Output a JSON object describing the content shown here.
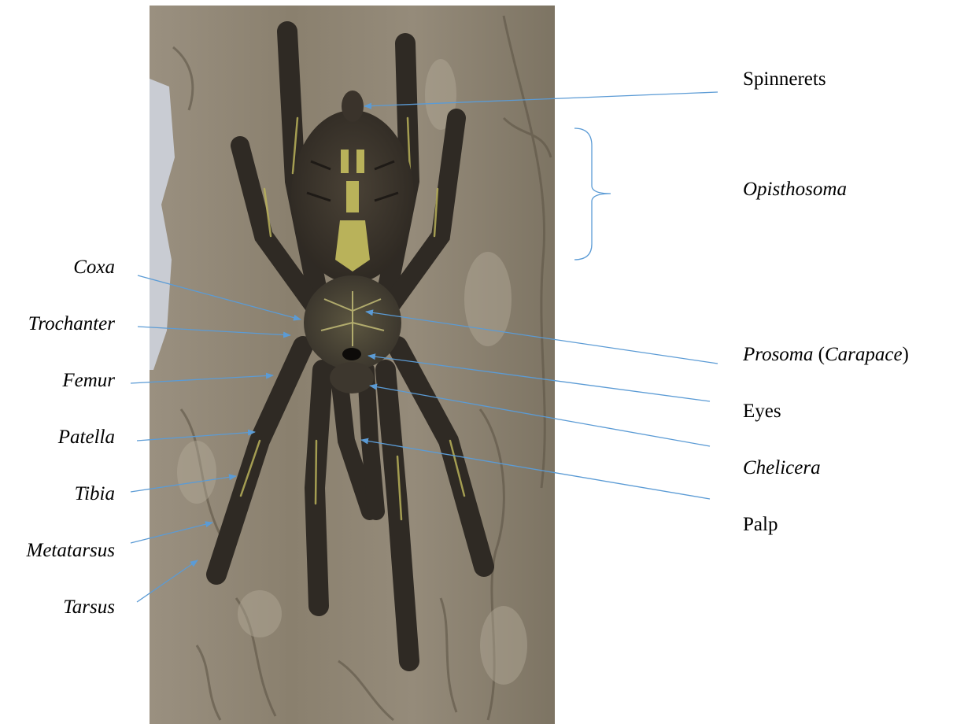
{
  "photo": {
    "subject": "tarantula on tree bark",
    "colors": {
      "bark": "#8e8473",
      "bark_dark": "#5e5546",
      "bark_light": "#b4aa98",
      "sky": "#c9ccd3",
      "body_dark": "#2f2a24",
      "stripe": "#b9b25a"
    }
  },
  "annotation_color": "#5b9bd5",
  "labels": {
    "spinnerets": "Spinnerets",
    "opisthosoma": "Opisthosoma",
    "prosoma": "Prosoma",
    "carapace_open": " (",
    "carapace": "Carapace",
    "carapace_close": ")",
    "eyes": "Eyes",
    "chelicera": "Chelicera",
    "palp": "Palp",
    "coxa": "Coxa",
    "trochanter": "Trochanter",
    "femur": "Femur",
    "patella": "Patella",
    "tibia": "Tibia",
    "metatarsus": "Metatarsus",
    "tarsus": "Tarsus"
  }
}
